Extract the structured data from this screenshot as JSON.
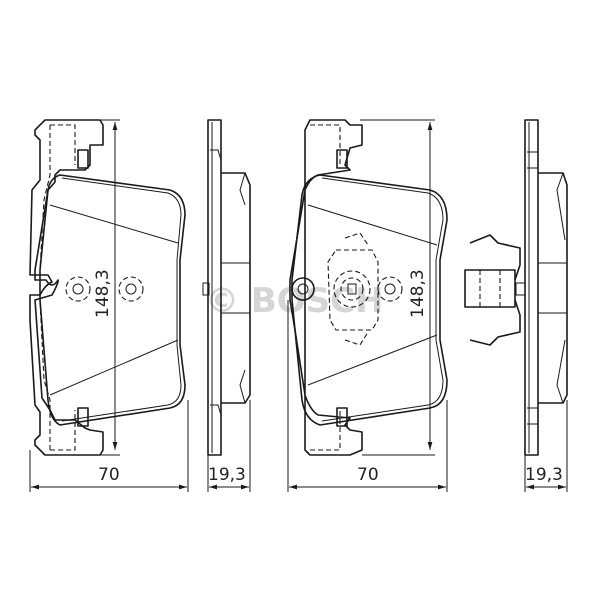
{
  "drawing": {
    "left_pad": {
      "height_label": "148,3",
      "width_label": "70"
    },
    "left_side_view": {
      "thickness_label": "19,3"
    },
    "right_pad": {
      "height_label": "148,3",
      "width_label": "70"
    },
    "right_side_view": {
      "thickness_label": "19,3"
    },
    "watermark": "© BOSCH",
    "colors": {
      "line": "#1a1a1a",
      "watermark": "#c8c8c8",
      "background": "#ffffff"
    }
  }
}
